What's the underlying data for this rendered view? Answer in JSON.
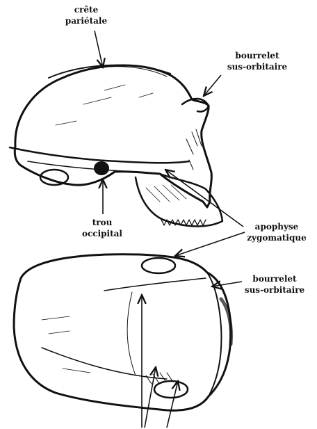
{
  "labels": {
    "crete_line1": "crête",
    "crete_line2": "pariétale",
    "bourrelet_top_line1": "bourrelet",
    "bourrelet_top_line2": "sus-orbitaire",
    "trou_line1": "trou",
    "trou_line2": "occipital",
    "apophyse_line1": "apophyse",
    "apophyse_line2": "zygomatique",
    "bourrelet_bottom_line1": "bourrelet",
    "bourrelet_bottom_line2": "sus-orbitaire"
  },
  "colors": {
    "ink": "#111111",
    "paper": "#ffffff"
  }
}
